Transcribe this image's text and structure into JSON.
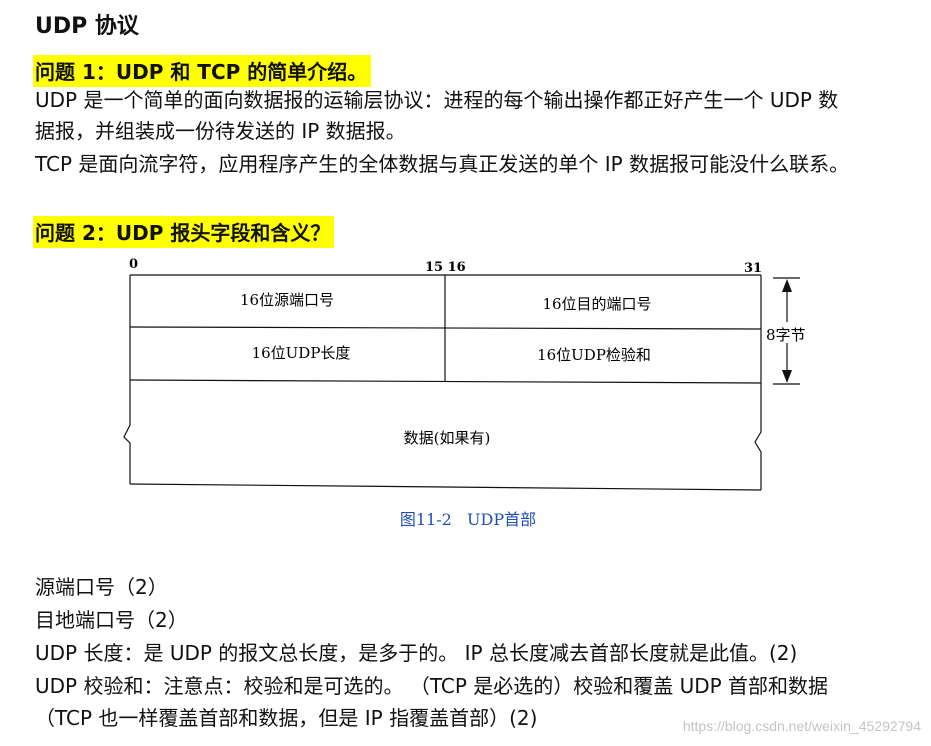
{
  "title": "UDP 协议",
  "question1": {
    "heading": "问题 1：UDP 和 TCP 的简单介绍。",
    "lines": [
      "UDP 是一个简单的面向数据报的运输层协议：进程的每个输出操作都正好产生一个 UDP 数",
      "据报，并组装成一份待发送的 IP 数据报。",
      "TCP 是面向流字符，应用程序产生的全体数据与真正发送的单个 IP 数据报可能没什么联系。"
    ]
  },
  "question2": {
    "heading": "问题 2：UDP 报头字段和含义？"
  },
  "figure": {
    "bit_labels": {
      "start": "0",
      "mid": "15 16",
      "end": "31"
    },
    "cells": {
      "src_port": "16位源端口号",
      "dst_port": "16位目的端口号",
      "length": "16位UDP长度",
      "checksum": "16位UDP检验和",
      "data": "数据(如果有)"
    },
    "bytes_label": "8字节",
    "caption": "图11-2   UDP首部",
    "colors": {
      "caption": "#1f4fb5",
      "line": "#111111"
    }
  },
  "fields": [
    "源端口号（2）",
    "目地端口号（2）",
    "UDP 长度：是 UDP 的报文总长度，是多于的。 IP 总长度减去首部长度就是此值。(2)",
    "UDP 校验和：注意点：校验和是可选的。 （TCP 是必选的）校验和覆盖 UDP 首部和数据",
    "（TCP 也一样覆盖首部和数据，但是 IP 指覆盖首部）(2)"
  ],
  "watermark": "https://blog.csdn.net/weixin_45292794",
  "colors": {
    "highlight": "#ffff00",
    "text": "#111111",
    "watermark": "#c4c4c4"
  }
}
